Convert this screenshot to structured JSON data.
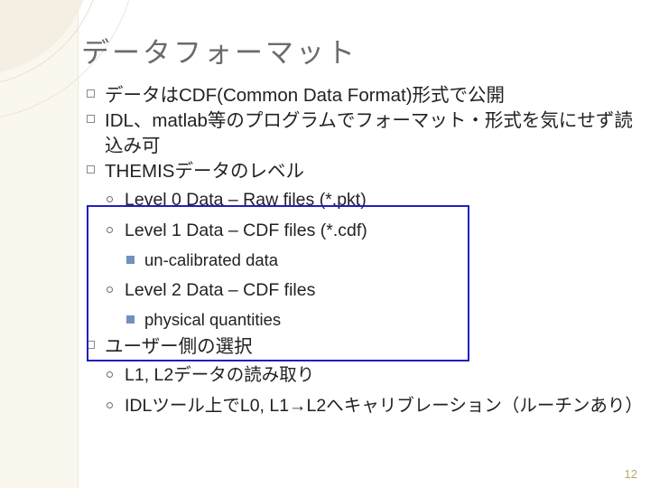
{
  "slide": {
    "title": "データフォーマット",
    "page_number": "12",
    "accent_color": "#1f1fbf",
    "band_color": "#faf7ef",
    "title_color": "#6b6b6b",
    "bullets": [
      {
        "level": 1,
        "text": "データはCDF(Common Data Format)形式で公開"
      },
      {
        "level": 1,
        "text": "IDL、matlab等のプログラムでフォーマット・形式を気にせず読込み可"
      },
      {
        "level": 1,
        "text": "THEMISデータのレベル"
      },
      {
        "level": 2,
        "text": "Level 0 Data – Raw files (*.pkt)"
      },
      {
        "level": 2,
        "text": "Level 1 Data – CDF files  (*.cdf)"
      },
      {
        "level": 3,
        "text": "un-calibrated data"
      },
      {
        "level": 2,
        "text": "Level 2 Data – CDF files"
      },
      {
        "level": 3,
        "text": "physical quantities"
      },
      {
        "level": 1,
        "text": "ユーザー側の選択"
      },
      {
        "level": 2,
        "text": "L1, L2データの読み取り"
      },
      {
        "level": 2,
        "text": "IDLツール上でL0, L1→L2へキャリブレーション（ルーチンあり）"
      }
    ]
  }
}
